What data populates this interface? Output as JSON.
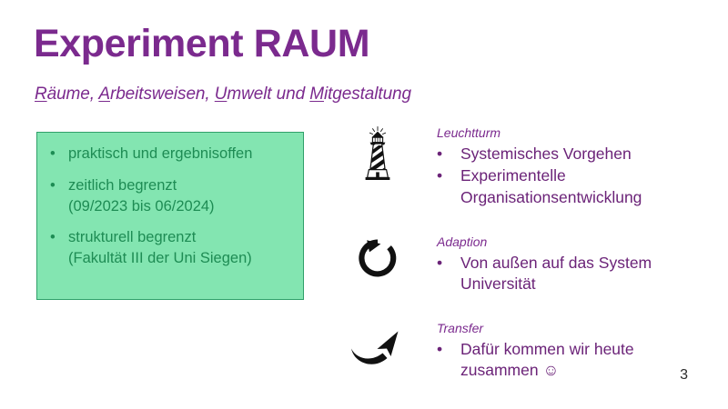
{
  "slide": {
    "title": "Experiment RAUM",
    "subtitle_parts": [
      {
        "underlined": "R",
        "rest": "äume, "
      },
      {
        "underlined": "A",
        "rest": "rbeitsweisen, "
      },
      {
        "underlined": "U",
        "rest": "mwelt und "
      },
      {
        "underlined": "M",
        "rest": "itgestaltung"
      }
    ],
    "subtitle_plain": "Räume, Arbeitsweisen, Umwelt und Mitgestaltung",
    "page_number": "3"
  },
  "green_box": {
    "bullet_glyph": "•",
    "items": [
      {
        "line1": "praktisch und ergebnisoffen",
        "line2": ""
      },
      {
        "line1": "zeitlich begrenzt",
        "line2": "(09/2023 bis 06/2024)"
      },
      {
        "line1": "strukturell begrenzt",
        "line2": "(Fakultät III der Uni Siegen)"
      }
    ]
  },
  "sections": [
    {
      "icon": "lighthouse-icon",
      "heading": "Leuchtturm",
      "bullet_glyph": "•",
      "items": [
        {
          "line1": "Systemisches Vorgehen",
          "line2": ""
        },
        {
          "line1": "Experimentelle",
          "line2": "Organisationsentwicklung"
        }
      ]
    },
    {
      "icon": "circular-arrow-icon",
      "heading": "Adaption",
      "bullet_glyph": "•",
      "items": [
        {
          "line1": "Von außen auf das System",
          "line2": "Universität"
        }
      ]
    },
    {
      "icon": "curved-arrow-icon",
      "heading": "Transfer",
      "bullet_glyph": "•",
      "items": [
        {
          "line1": "Dafür kommen wir heute",
          "line2": "zusammen ☺"
        }
      ]
    }
  ],
  "colors": {
    "purple": "#7B2A8E",
    "purple_text": "#6B2378",
    "green_fill": "#83E5B1",
    "green_border": "#30A06A",
    "green_text": "#1E8C54",
    "icon_black": "#111111",
    "page_number": "#2B2B2B",
    "background": "#FFFFFF"
  }
}
